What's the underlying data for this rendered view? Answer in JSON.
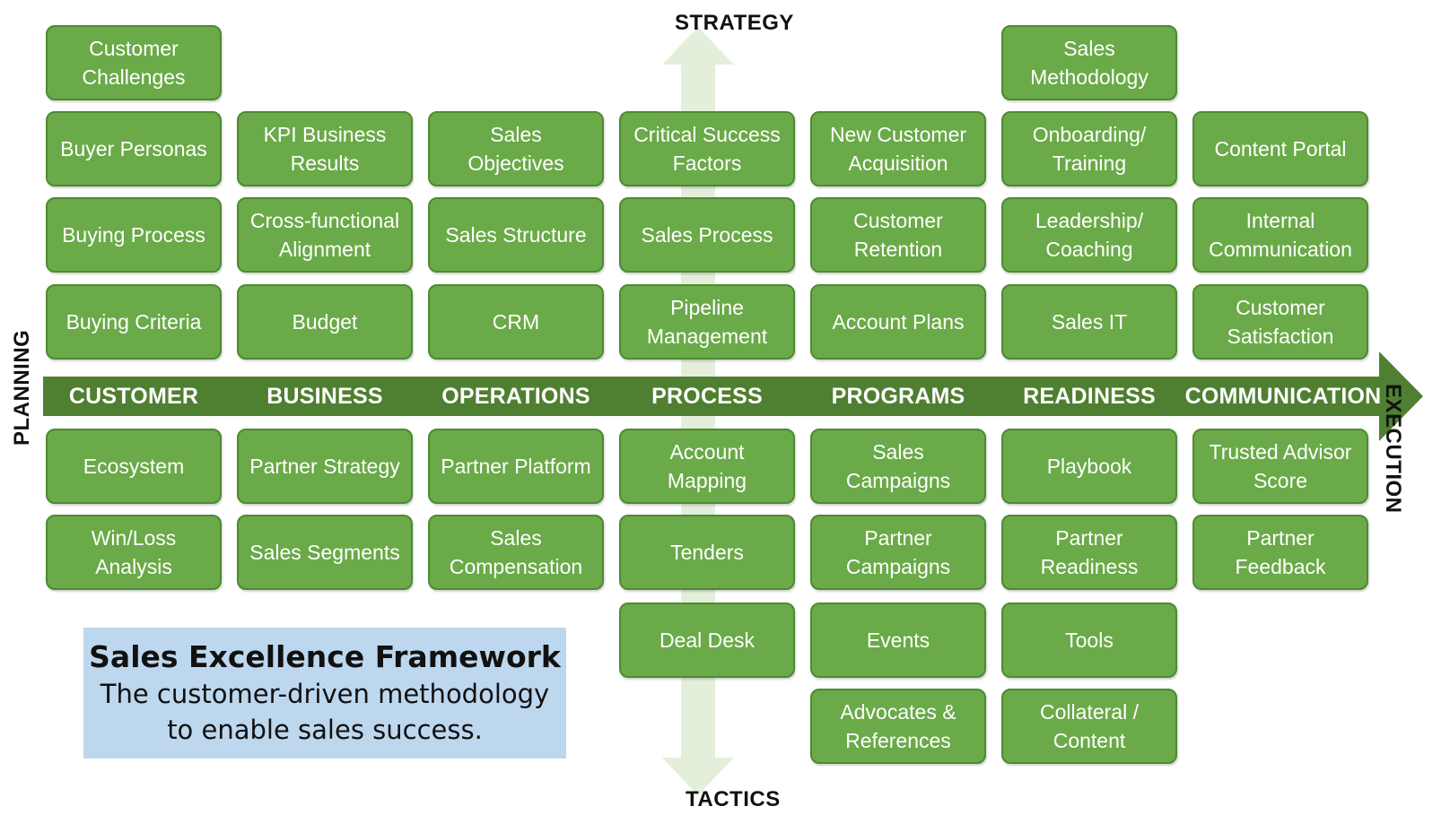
{
  "axes": {
    "top": "STRATEGY",
    "bottom": "TACTICS",
    "left": "PLANNING",
    "right": "EXECUTION"
  },
  "colors": {
    "box_fill": "#6aaa48",
    "box_border": "#4e8a33",
    "main_arrow": "#4f7f30",
    "vertical_arrow": "#e3efdb",
    "title_box_bg": "#bdd7ee"
  },
  "columns": [
    {
      "header": "CUSTOMER",
      "above": [
        "Customer\nChallenges",
        "Buyer Personas",
        "Buying Process",
        "Buying Criteria"
      ],
      "below": [
        "Ecosystem",
        "Win/Loss\nAnalysis"
      ]
    },
    {
      "header": "BUSINESS",
      "above": [
        "KPI Business\nResults",
        "Cross-functional\nAlignment",
        "Budget"
      ],
      "below": [
        "Partner Strategy",
        "Sales Segments"
      ]
    },
    {
      "header": "OPERATIONS",
      "above": [
        "Sales\nObjectives",
        "Sales Structure",
        "CRM"
      ],
      "below": [
        "Partner Platform",
        "Sales\nCompensation"
      ]
    },
    {
      "header": "PROCESS",
      "above": [
        "Critical Success\nFactors",
        "Sales Process",
        "Pipeline\nManagement"
      ],
      "below": [
        "Account\nMapping",
        "Tenders",
        "Deal Desk"
      ]
    },
    {
      "header": "PROGRAMS",
      "above": [
        "New Customer\nAcquisition",
        "Customer\nRetention",
        "Account Plans"
      ],
      "below": [
        "Sales\nCampaigns",
        "Partner\nCampaigns",
        "Events",
        "Advocates &\nReferences"
      ]
    },
    {
      "header": "READINESS",
      "above": [
        "Sales\nMethodology",
        "Onboarding/\nTraining",
        "Leadership/\nCoaching",
        "Sales IT"
      ],
      "below": [
        "Playbook",
        "Partner\nReadiness",
        "Tools",
        "Collateral /\nContent"
      ]
    },
    {
      "header": "COMMUNICATION",
      "above": [
        "Content Portal",
        "Internal\nCommunication",
        "Customer\nSatisfaction"
      ],
      "below": [
        "Trusted Advisor\nScore",
        "Partner\nFeedback"
      ]
    }
  ],
  "title_box": {
    "title": "Sales Excellence Framework",
    "subtitle": "The customer-driven methodology\nto enable sales success."
  }
}
